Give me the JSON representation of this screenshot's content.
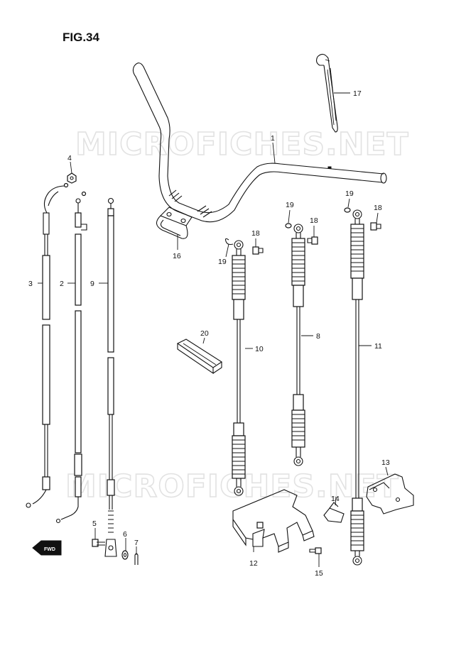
{
  "figure": {
    "title": "FIG.34",
    "watermark": "MICROFICHES.NET"
  },
  "fwd_badge": "FWD",
  "callouts": [
    {
      "id": "c1",
      "label": "1"
    },
    {
      "id": "c2",
      "label": "2"
    },
    {
      "id": "c3",
      "label": "3"
    },
    {
      "id": "c4",
      "label": "4"
    },
    {
      "id": "c5",
      "label": "5"
    },
    {
      "id": "c6",
      "label": "6"
    },
    {
      "id": "c7",
      "label": "7"
    },
    {
      "id": "c8",
      "label": "8"
    },
    {
      "id": "c9",
      "label": "9"
    },
    {
      "id": "c10",
      "label": "10"
    },
    {
      "id": "c11",
      "label": "11"
    },
    {
      "id": "c12",
      "label": "12"
    },
    {
      "id": "c13",
      "label": "13"
    },
    {
      "id": "c14",
      "label": "14"
    },
    {
      "id": "c15",
      "label": "15"
    },
    {
      "id": "c16",
      "label": "16"
    },
    {
      "id": "c17",
      "label": "17"
    },
    {
      "id": "c18a",
      "label": "18"
    },
    {
      "id": "c18b",
      "label": "18"
    },
    {
      "id": "c18c",
      "label": "18"
    },
    {
      "id": "c19a",
      "label": "19"
    },
    {
      "id": "c19b",
      "label": "19"
    },
    {
      "id": "c19c",
      "label": "19"
    },
    {
      "id": "c20",
      "label": "20"
    }
  ]
}
